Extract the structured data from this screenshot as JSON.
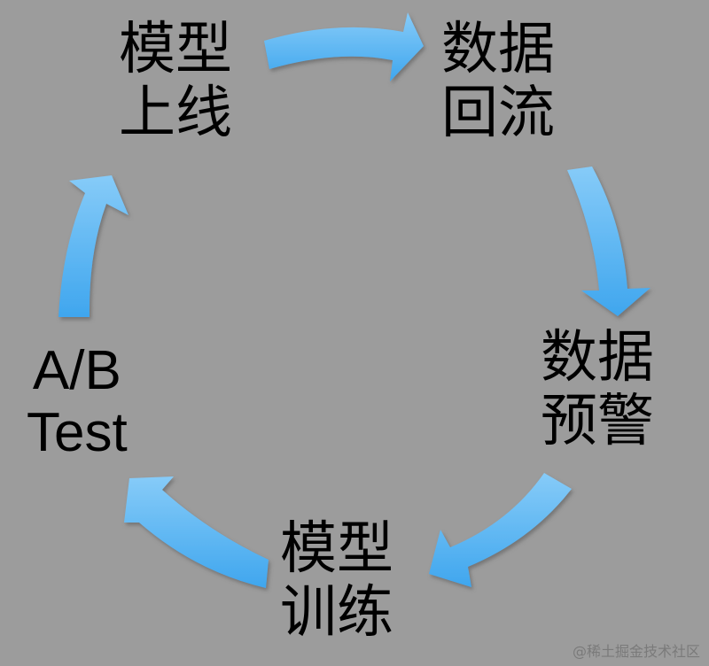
{
  "diagram": {
    "type": "cycle",
    "background": "#9c9c9c",
    "arrow_color": "#5ab4f2",
    "nodes": [
      {
        "id": "model-online",
        "lines": [
          "模型",
          "上线"
        ]
      },
      {
        "id": "data-reflow",
        "lines": [
          "数据",
          "回流"
        ]
      },
      {
        "id": "data-alert",
        "lines": [
          "数据",
          "预警"
        ]
      },
      {
        "id": "model-training",
        "lines": [
          "模型",
          "训练"
        ]
      },
      {
        "id": "ab-test",
        "lines": [
          "A/B",
          "Test"
        ]
      }
    ],
    "edges": [
      {
        "from": "model-online",
        "to": "data-reflow"
      },
      {
        "from": "data-reflow",
        "to": "data-alert"
      },
      {
        "from": "data-alert",
        "to": "model-training"
      },
      {
        "from": "model-training",
        "to": "ab-test"
      },
      {
        "from": "ab-test",
        "to": "model-online"
      }
    ]
  },
  "watermark": "@稀土掘金技术社区"
}
